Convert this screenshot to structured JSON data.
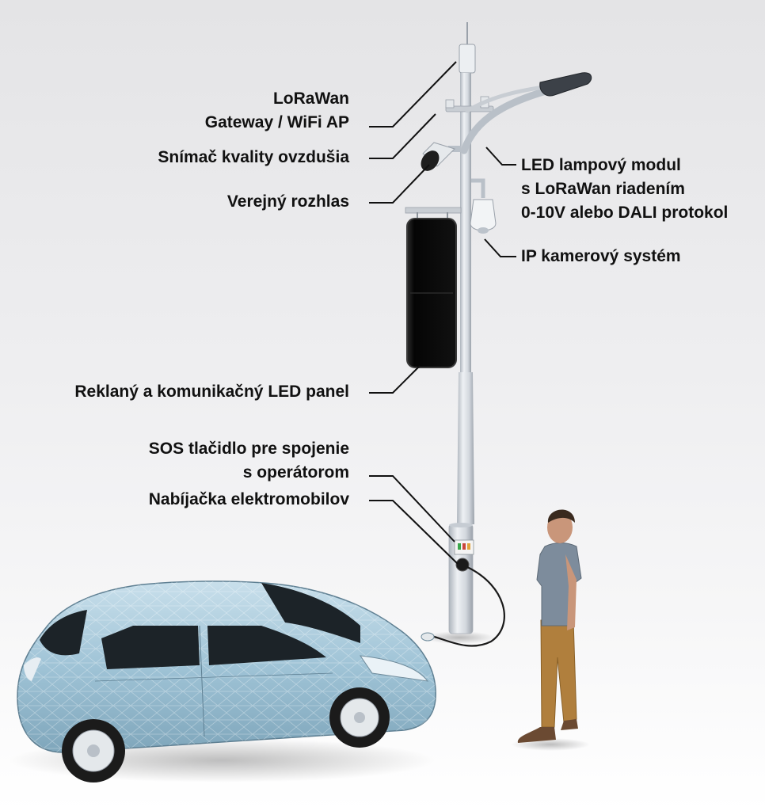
{
  "callouts": {
    "gateway": {
      "line1": "LoRaWan",
      "line2": "Gateway / WiFi AP"
    },
    "air_quality": "Snímač kvality ovzdušia",
    "public_address": "Verejný rozhlas",
    "led_lamp": {
      "line1": "LED lampový modul",
      "line2": "s LoRaWan riadením",
      "line3": "0-10V alebo DALI protokol"
    },
    "ip_camera": "IP kamerový systém",
    "led_panel": "Reklaný a komunikačný LED panel",
    "sos": {
      "line1": "SOS tlačidlo pre spojenie",
      "line2": "s operátorom"
    },
    "ev_charger": "Nabíjačka elektromobilov"
  },
  "colors": {
    "pole": "#d3d8de",
    "car_body": "#9fc3d6",
    "panel": "#0c0c0c",
    "leader_line": "#111111",
    "shirt": "#7d8c9c",
    "trousers": "#b07f3d"
  }
}
